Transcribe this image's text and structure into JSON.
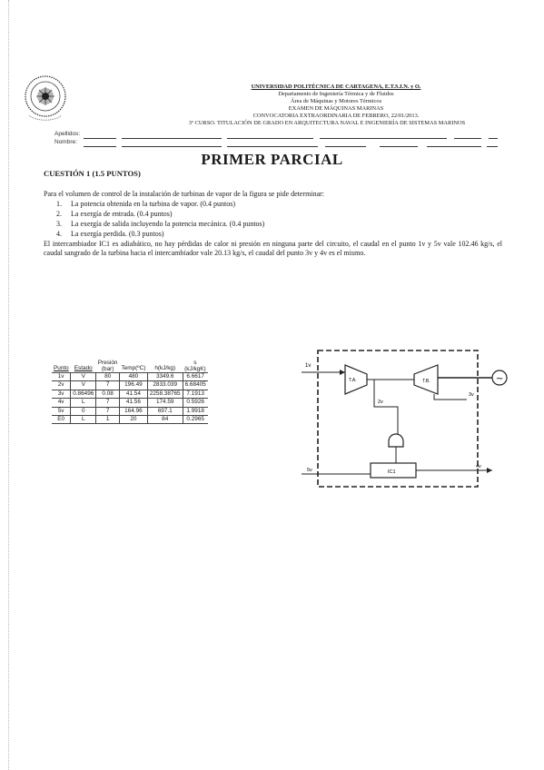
{
  "header": {
    "university": "UNIVERSIDAD POLITÉCNICA DE CARTAGENA, E.T.S.I.N. y O.",
    "department": "Departamento de Ingeniería Térmica y de Fluidos",
    "area": "Área de Máquinas y Motores Térmicos",
    "exam": "EXAMEN DE MÁQUINAS MARINAS",
    "session": "CONVOCATORIA EXTRAORDINARIA DE FEBRERO, 22/01/2013.",
    "course": "3º CURSO. TITULACIÓN DE GRADO EN ARQUITECTURA NAVAL E INGENIERÍA DE SISTEMAS MARINOS",
    "field_apellidos": "Apellidos:",
    "field_nombre": "Nombre:"
  },
  "title": "PRIMER PARCIAL",
  "question": {
    "heading": "CUESTIÓN 1 (1.5 PUNTOS)",
    "intro": "Para el volumen de control de la instalación de turbinas de vapor de la figura se pide determinar:",
    "items": [
      {
        "num": "1.",
        "text": "La potencia obtenida en la turbina de vapor. (0.4 puntos)"
      },
      {
        "num": "2.",
        "text": "La exergía de entrada. (0.4 puntos)"
      },
      {
        "num": "3.",
        "text": "La exergía de salida incluyendo la potencia mecánica. (0.4 puntos)"
      },
      {
        "num": "4.",
        "text": "La exergía perdida. (0.3 puntos)"
      }
    ],
    "paragraph": "El intercambiador IC1 es adiabático, no hay pérdidas de calor ni presión en ninguna parte del circuito, el caudal en el punto 1v y 5v vale 102.46 kg/s, el caudal sangrado de la turbina hacia el intercambiador vale 20.13 kg/s, el caudal del punto 3v y 4v es el mismo."
  },
  "table": {
    "headers": {
      "punto": "Punto",
      "estado": "Estado",
      "presion": "Presión",
      "presion_unit": "(bar)",
      "temp": "Temp(ºC)",
      "h": "h(kJ/kg)",
      "s": "s",
      "s_unit": "(kJ/kgK)"
    },
    "rows": [
      {
        "punto": "1v",
        "estado": "V",
        "presion": "80",
        "temp": "480",
        "h": "3349.6",
        "s": "6.6617"
      },
      {
        "punto": "2v",
        "estado": "V",
        "presion": "7",
        "temp": "196.49",
        "h": "2833.039",
        "s": "6.68405"
      },
      {
        "punto": "3v",
        "estado": "0.86496",
        "presion": "0.08",
        "temp": "41.54",
        "h": "2258.38765",
        "s": "7.1913"
      },
      {
        "punto": "4v",
        "estado": "L",
        "presion": "7",
        "temp": "41.56",
        "h": "174.59",
        "s": "0.5926"
      },
      {
        "punto": "5v",
        "estado": "0",
        "presion": "7",
        "temp": "164.96",
        "h": "697.1",
        "s": "1.9918"
      },
      {
        "punto": "E0",
        "estado": "L",
        "presion": "1",
        "temp": "20",
        "h": "84",
        "s": "0.2965"
      }
    ]
  },
  "diagram": {
    "turbine_a": "T.A.",
    "turbine_b": "T.B.",
    "heat_exchanger": "IC1",
    "point_1v": "1v",
    "point_2v": "2v",
    "point_3v": "3v",
    "point_4v": "4v",
    "point_5v": "5v",
    "generator_symbol": "~"
  }
}
